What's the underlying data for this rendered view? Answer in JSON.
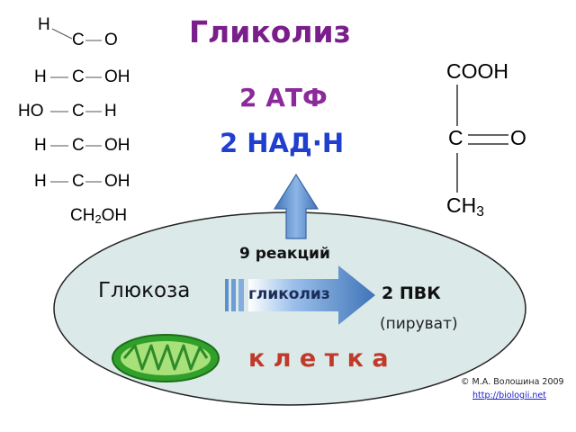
{
  "title": "Гликолиз",
  "atp": "2 АТФ",
  "nadh": "2 НАД·Н",
  "reactions": "9 реакций",
  "glucose_label": "Глюкоза",
  "process_label": "гликолиз",
  "product": "2 ПВК",
  "product_note": "(пируват)",
  "cell_label": "к л е т к а",
  "copyright": "© М.А. Волошина 2009",
  "url": "http://biologii.net",
  "glucose_formula": {
    "r0": [
      "H"
    ],
    "r1": [
      "C",
      "O"
    ],
    "r2": [
      "H",
      "C",
      "OH"
    ],
    "r3": [
      "HO",
      "C",
      "H"
    ],
    "r4": [
      "H",
      "C",
      "OH"
    ],
    "r5": [
      "H",
      "C",
      "OH"
    ],
    "r6_main": "CH",
    "r6_sub": "2",
    "r6_tail": "OH"
  },
  "pyruvate_formula": {
    "top": "COOH",
    "c": "C",
    "o": "O",
    "bottom_main": "CH",
    "bottom_sub": "3"
  },
  "colors": {
    "title": "#7a1e8c",
    "atp": "#8b2a9a",
    "nadh": "#1f3fd0",
    "cell_label": "#c0392b",
    "cell_fill": "#dbeae8",
    "arrow_blue": "#4f86c6",
    "mito": "#3aa635"
  }
}
